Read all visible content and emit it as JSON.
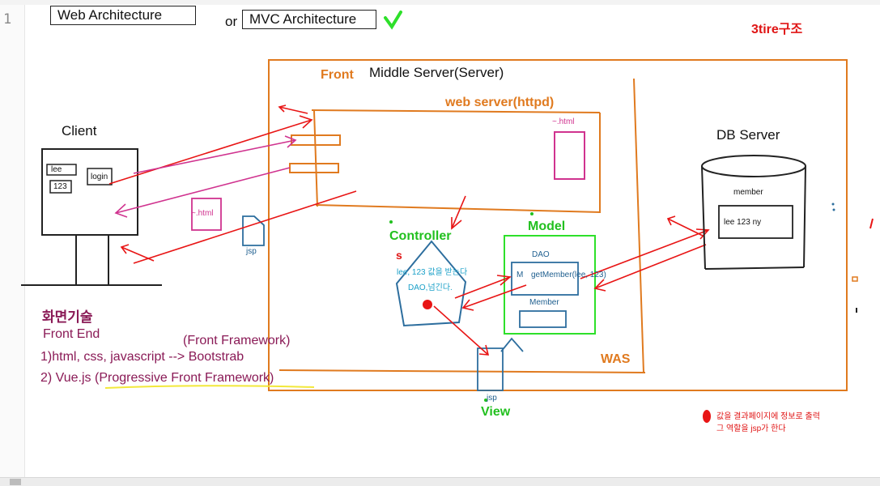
{
  "editor": {
    "line_number": "1"
  },
  "header": {
    "web_arch": "Web Architecture",
    "or_label": "or",
    "mvc_arch": "MVC Architecture",
    "checkmark": "✔",
    "tier_label": "3tire구조"
  },
  "client": {
    "title": "Client",
    "id_value": "lee",
    "pw_value": "123",
    "login_label": "login",
    "html_label": "~.html",
    "jsp_label": "jsp"
  },
  "server": {
    "front_label": "Front",
    "middle_label": "Middle Server(Server)",
    "webserver_label": "web server(httpd)",
    "webserver_html": "~.html",
    "was_label": "WAS"
  },
  "mvc": {
    "controller_label": "Controller",
    "controller_s": "s",
    "controller_note1": "lee, 123 값을 받는다",
    "controller_note2": "DAO,넘긴다.",
    "model_label": "Model",
    "dao_label": "DAO",
    "m_label": "M",
    "getmember_label": "getMember(lee, 123)",
    "member_label": "Member",
    "view_label": "View",
    "view_jsp_label": "jsp"
  },
  "db": {
    "title": "DB Server",
    "table_label": "member",
    "row_value": "lee  123  ny"
  },
  "notes": {
    "screen_tech": "화면기술",
    "front_end": "Front  End",
    "front_framework": "(Front Framework)",
    "line1": "1)html, css, javascript --> Bootstrab",
    "line2": "2) Vue.js (Progressive Front Framework)",
    "legend_line1": "값을 결과페이지에 정보로 출력",
    "legend_line2": "그 역할을 jsp가 한다"
  },
  "colors": {
    "orange": "#e07a1f",
    "red": "#e81515",
    "magenta": "#d0338f",
    "green": "#2ee02a",
    "blue": "#2d6e9e",
    "purple": "#8a1a56",
    "yellow": "#f2e83a"
  }
}
